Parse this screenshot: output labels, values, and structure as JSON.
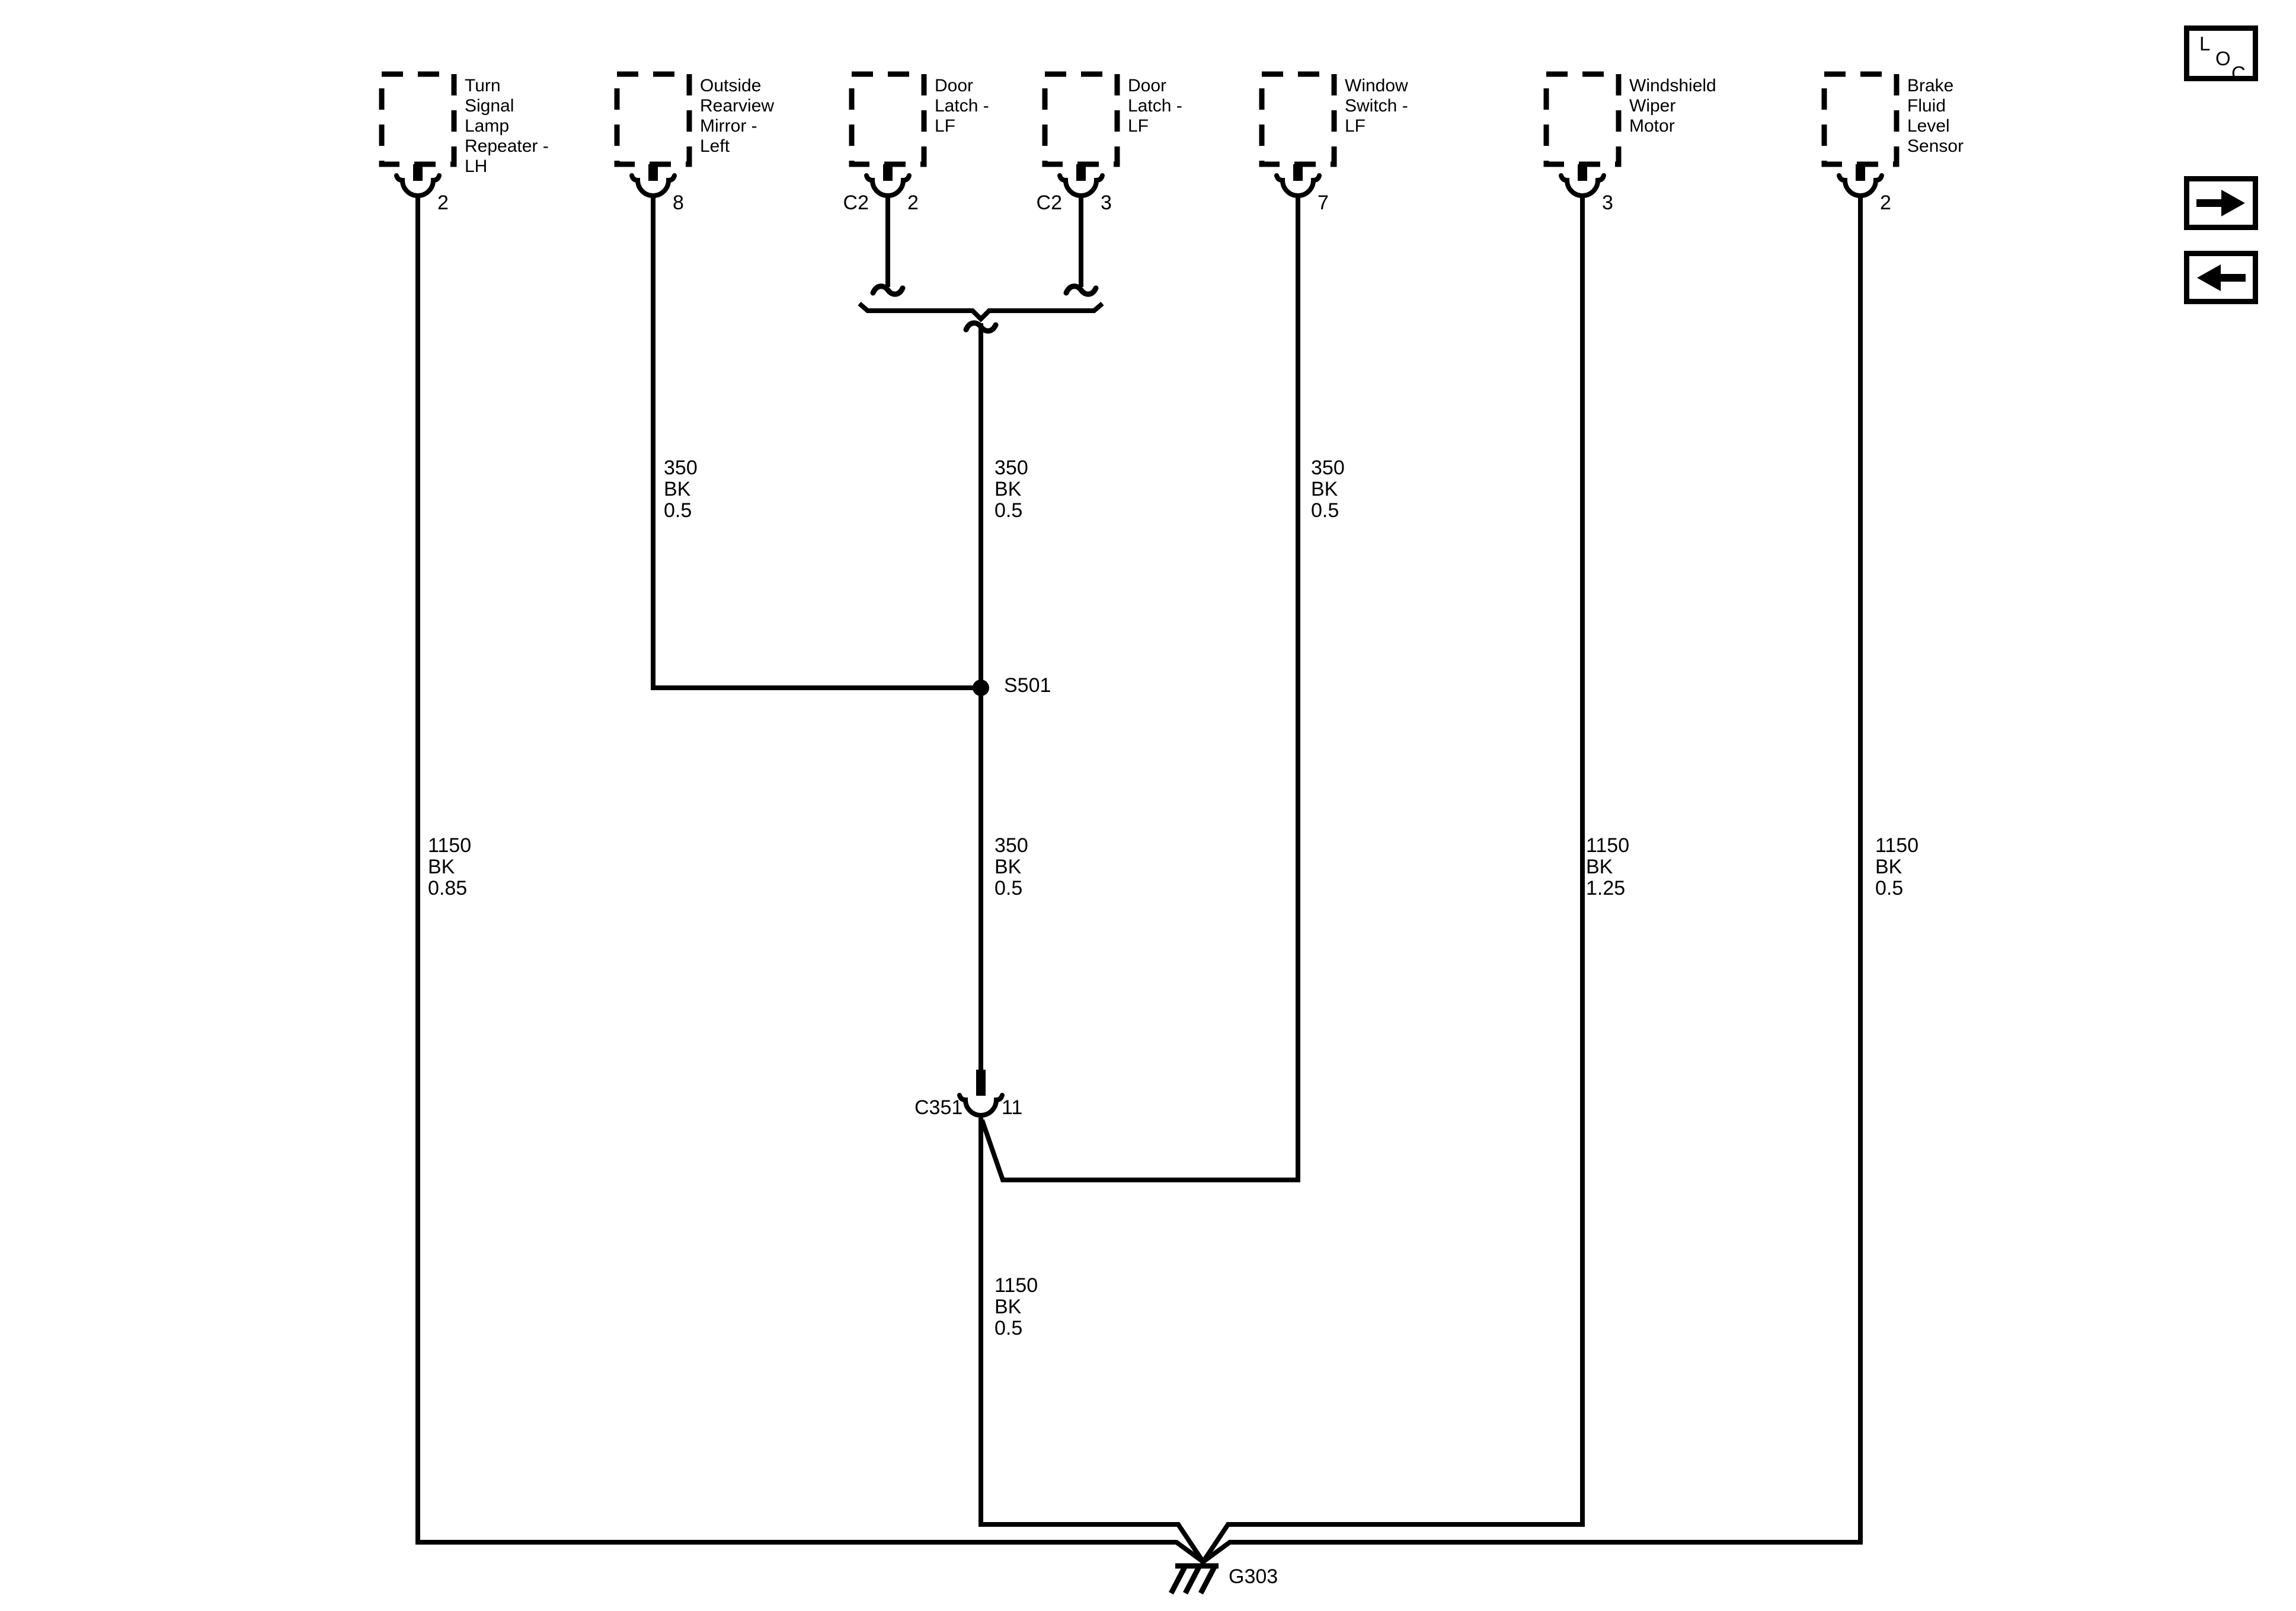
{
  "colors": {
    "ink": "#000000",
    "paper": "#ffffff"
  },
  "components": [
    {
      "name": "turn-signal-lamp-repeater-lh",
      "label": "Turn\nSignal\nLamp\nRepeater -\nLH",
      "conn": "",
      "pin": "2"
    },
    {
      "name": "outside-rearview-mirror-left",
      "label": "Outside\nRearview\nMirror -\nLeft",
      "conn": "",
      "pin": "8"
    },
    {
      "name": "door-latch-lf-1",
      "label": "Door\nLatch -\nLF",
      "conn": "C2",
      "pin": "2"
    },
    {
      "name": "door-latch-lf-2",
      "label": "Door\nLatch -\nLF",
      "conn": "C2",
      "pin": "3"
    },
    {
      "name": "window-switch-lf",
      "label": "Window\nSwitch -\nLF",
      "conn": "",
      "pin": "7"
    },
    {
      "name": "windshield-wiper-motor",
      "label": "Windshield\nWiper\nMotor",
      "conn": "",
      "pin": "3"
    },
    {
      "name": "brake-fluid-level-sensor",
      "label": "Brake\nFluid\nLevel\nSensor",
      "conn": "",
      "pin": "2"
    }
  ],
  "wires": [
    {
      "name": "turn-signal-ground-wire",
      "label": "1150\nBK\n0.85"
    },
    {
      "name": "mirror-ground-wire",
      "label": "350\nBK\n0.5"
    },
    {
      "name": "door-latch-ground-wire",
      "label": "350\nBK\n0.5"
    },
    {
      "name": "window-switch-ground-wire",
      "label": "350\nBK\n0.5"
    },
    {
      "name": "splice-output-wire",
      "label": "350\nBK\n0.5"
    },
    {
      "name": "wiper-ground-wire",
      "label": "1150\nBK\n1.25"
    },
    {
      "name": "brake-sensor-ground-wire",
      "label": "1150\nBK\n0.5"
    },
    {
      "name": "c351-output-wire",
      "label": "1150\nBK\n0.5"
    }
  ],
  "nodes": {
    "splice": "S501",
    "inline_connector": "C351",
    "inline_connector_pin": "11",
    "ground": "G303"
  },
  "nav": {
    "loc_letters": [
      "L",
      "O",
      "C"
    ]
  }
}
